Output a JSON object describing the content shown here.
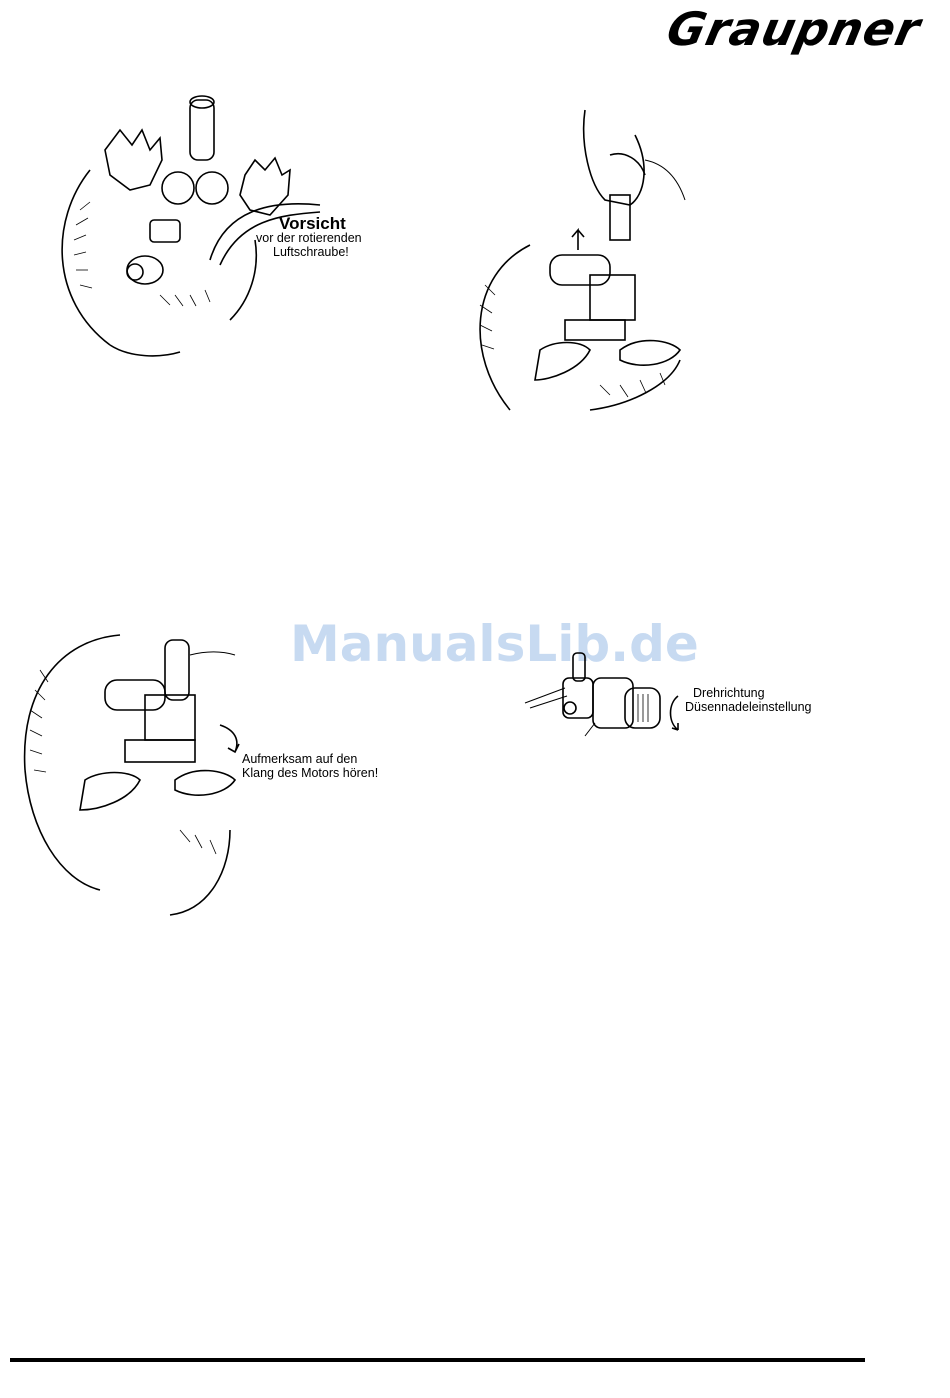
{
  "brand": {
    "logo_text": "Graupner"
  },
  "watermark": "ManualsLib.de",
  "figures": {
    "fig1": {
      "title": "Vorsicht",
      "line1": "vor der rotierenden",
      "line2": "Luftschraube!"
    },
    "fig3": {
      "line1": "Aufmerksam auf den",
      "line2": "Klang des Motors hören!"
    },
    "fig4": {
      "line1": "Drehrichtung",
      "line2": "Düsennadeleinstellung"
    }
  },
  "icons": {
    "logo": "brand-logo",
    "arrow": "curved-rotation-arrow"
  }
}
